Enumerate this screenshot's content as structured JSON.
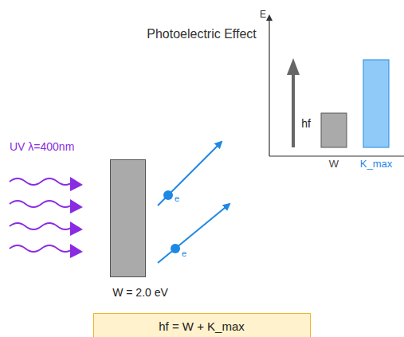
{
  "diagram": {
    "title": "Photoelectric Effect",
    "nodes": [
      {
        "text": [
          "W = 2.0 eV"
        ]
      },
      {
        "text": [
          "hf = W + K_max"
        ]
      }
    ],
    "labels": [
      "UV λ=400nm",
      "e",
      "e",
      "E",
      "hf",
      "W",
      "K_max"
    ]
  }
}
